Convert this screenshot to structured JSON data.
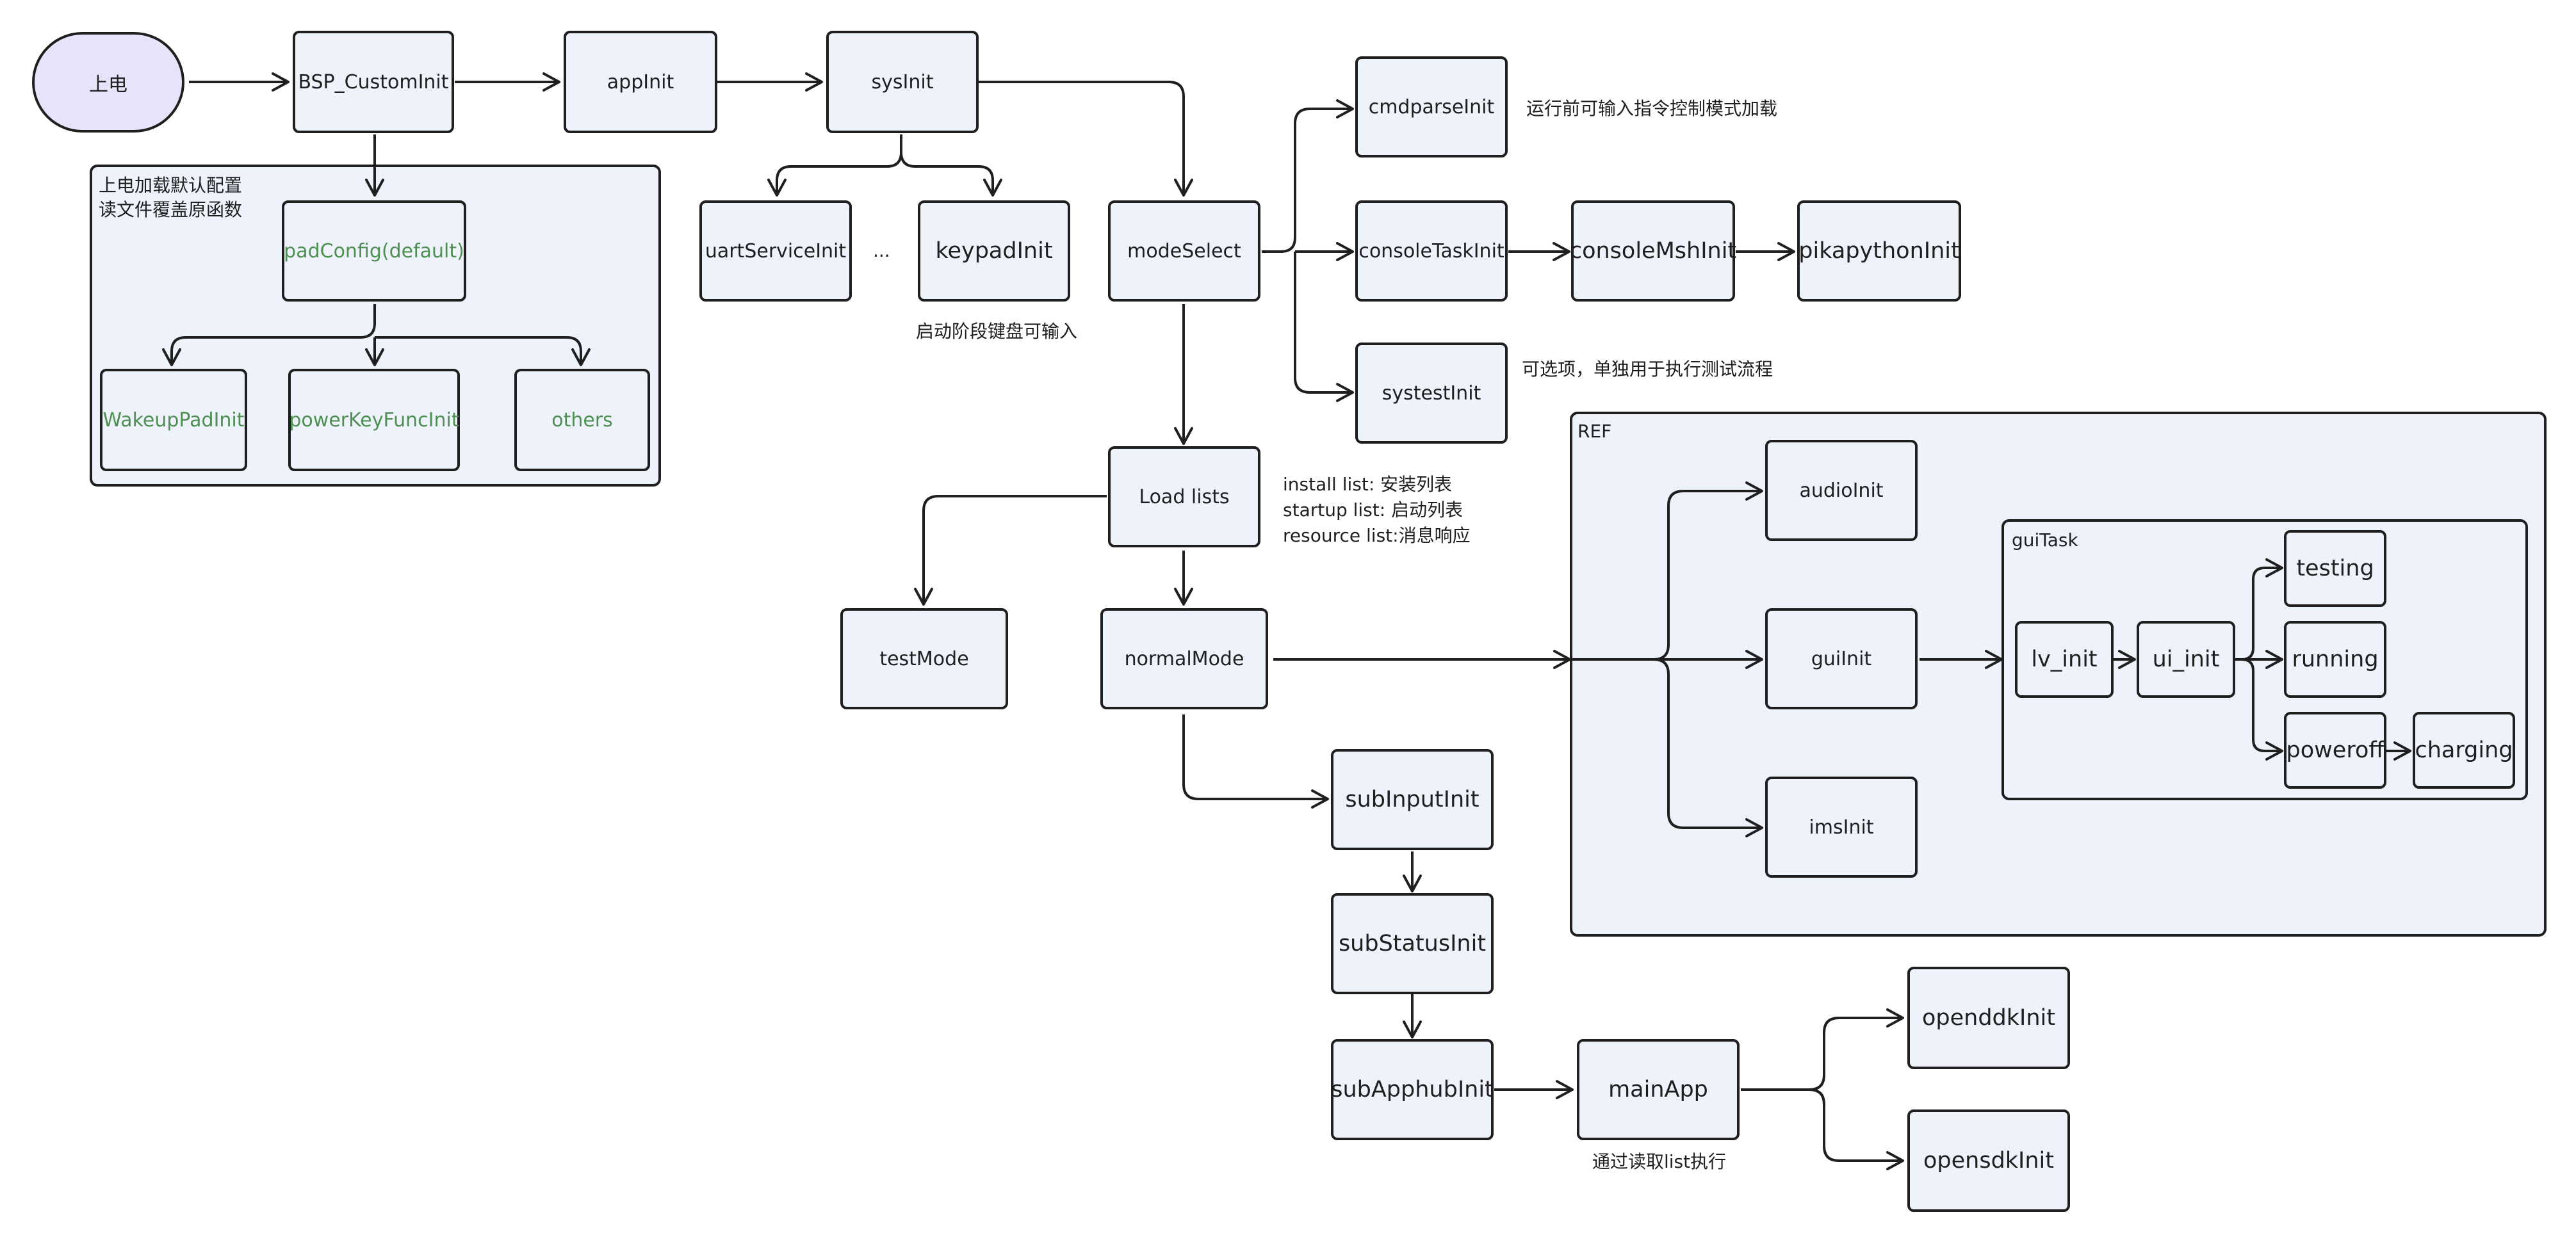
{
  "groups": {
    "default_config": "上电加载默认配置\n读文件覆盖原函数",
    "ref": "REF",
    "gui_task": "guiTask"
  },
  "nodes": {
    "power_on": "上电",
    "bsp_custom_init": "BSP_CustomInit",
    "app_init": "appInit",
    "sys_init": "sysInit",
    "pad_config": "padConfig(default)",
    "wakeup_pad_init": "WakeupPadInit",
    "power_key_func_init": "powerKeyFuncInit",
    "others": "others",
    "uart_service_init": "uartServiceInit",
    "ellipsis": "...",
    "keypad_init": "keypadInit",
    "mode_select": "modeSelect",
    "cmdparse_init": "cmdparseInit",
    "console_task_init": "consoleTaskInit",
    "console_msh_init": "consoleMshInit",
    "pikapython_init": "pikapythonInit",
    "systest_init": "systestInit",
    "load_lists": "Load lists",
    "test_mode": "testMode",
    "normal_mode": "normalMode",
    "sub_input_init": "subInputInit",
    "sub_status_init": "subStatusInit",
    "sub_apphub_init": "subApphubInit",
    "main_app": "mainApp",
    "openddk_init": "openddkInit",
    "opensdk_init": "opensdkInit",
    "audio_init": "audioInit",
    "gui_init": "guiInit",
    "ims_init": "imsInit",
    "lv_init": "lv_init",
    "ui_init": "ui_init",
    "testing": "testing",
    "running": "running",
    "poweroff": "poweroff",
    "charging": "charging"
  },
  "annotations": {
    "cmdparse": "运行前可输入指令控制模式加载",
    "keypad": "启动阶段键盘可输入",
    "systest": "可选项，单独用于执行测试流程",
    "load_lists": "install list: 安装列表\nstartup list: 启动列表\nresource list:消息响应",
    "main_app": "通过读取list执行"
  },
  "colors": {
    "node_fill": "#eef2fb",
    "start_fill": "#e7e3fb",
    "green_text": "#4e8f52",
    "stroke": "#1f1f1f"
  }
}
